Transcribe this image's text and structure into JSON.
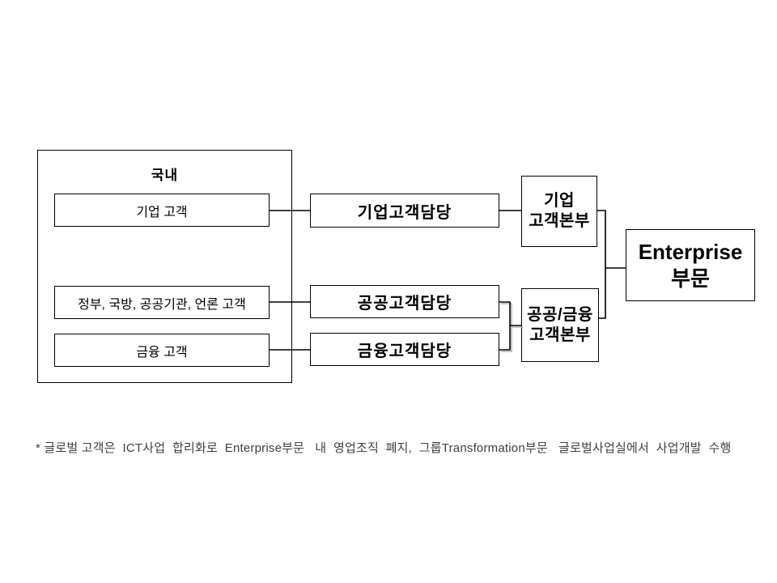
{
  "slide": {
    "domestic_group": {
      "title": "국내"
    },
    "customers": {
      "corporate": "기업 고객",
      "public": "정부, 국방, 공공기관, 언론 고객",
      "financial": "금융 고객"
    },
    "divisions": {
      "corporate": "기업고객담당",
      "public": "공공고객담당",
      "financial": "금융고객담당"
    },
    "headquarters": {
      "corporate": {
        "line1": "기업",
        "line2": "고객본부"
      },
      "public_financial": {
        "line1": "공공/금융",
        "line2": "고객본부"
      }
    },
    "enterprise": {
      "line1": "Enterprise",
      "line2": "부문"
    },
    "footnote": "* 글로벌 고객은  ICT사업  합리화로  Enterprise부문   내  영업조직  폐지,  그룹Transformation부문   글로벌사업실에서  사업개발  수행",
    "colors": {
      "background": "#ffffff",
      "box_border": "#000000",
      "box_fill": "#ffffff",
      "connector_line": "#000000",
      "connector_shadow": "#b5b5b5",
      "footnote_text": "#3f3f3f"
    }
  }
}
